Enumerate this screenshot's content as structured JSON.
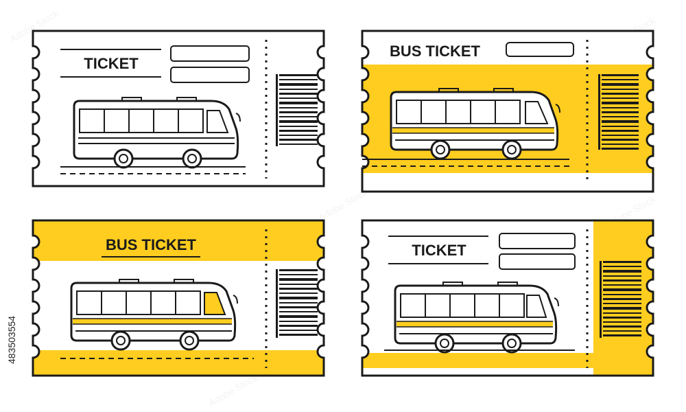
{
  "tickets": [
    {
      "heading": "TICKET",
      "style": "plain-white"
    },
    {
      "heading": "BUS TICKET",
      "style": "yellow-body"
    },
    {
      "heading": "BUS TICKET",
      "style": "yellow-header"
    },
    {
      "heading": "TICKET",
      "style": "yellow-stub"
    }
  ],
  "stock_id": "483503554",
  "colors": {
    "accent": "#FFCD1F",
    "outline": "#1A1A1A",
    "paper": "#FFFFFF"
  },
  "icons": [
    "bus-icon",
    "barcode-icon"
  ]
}
